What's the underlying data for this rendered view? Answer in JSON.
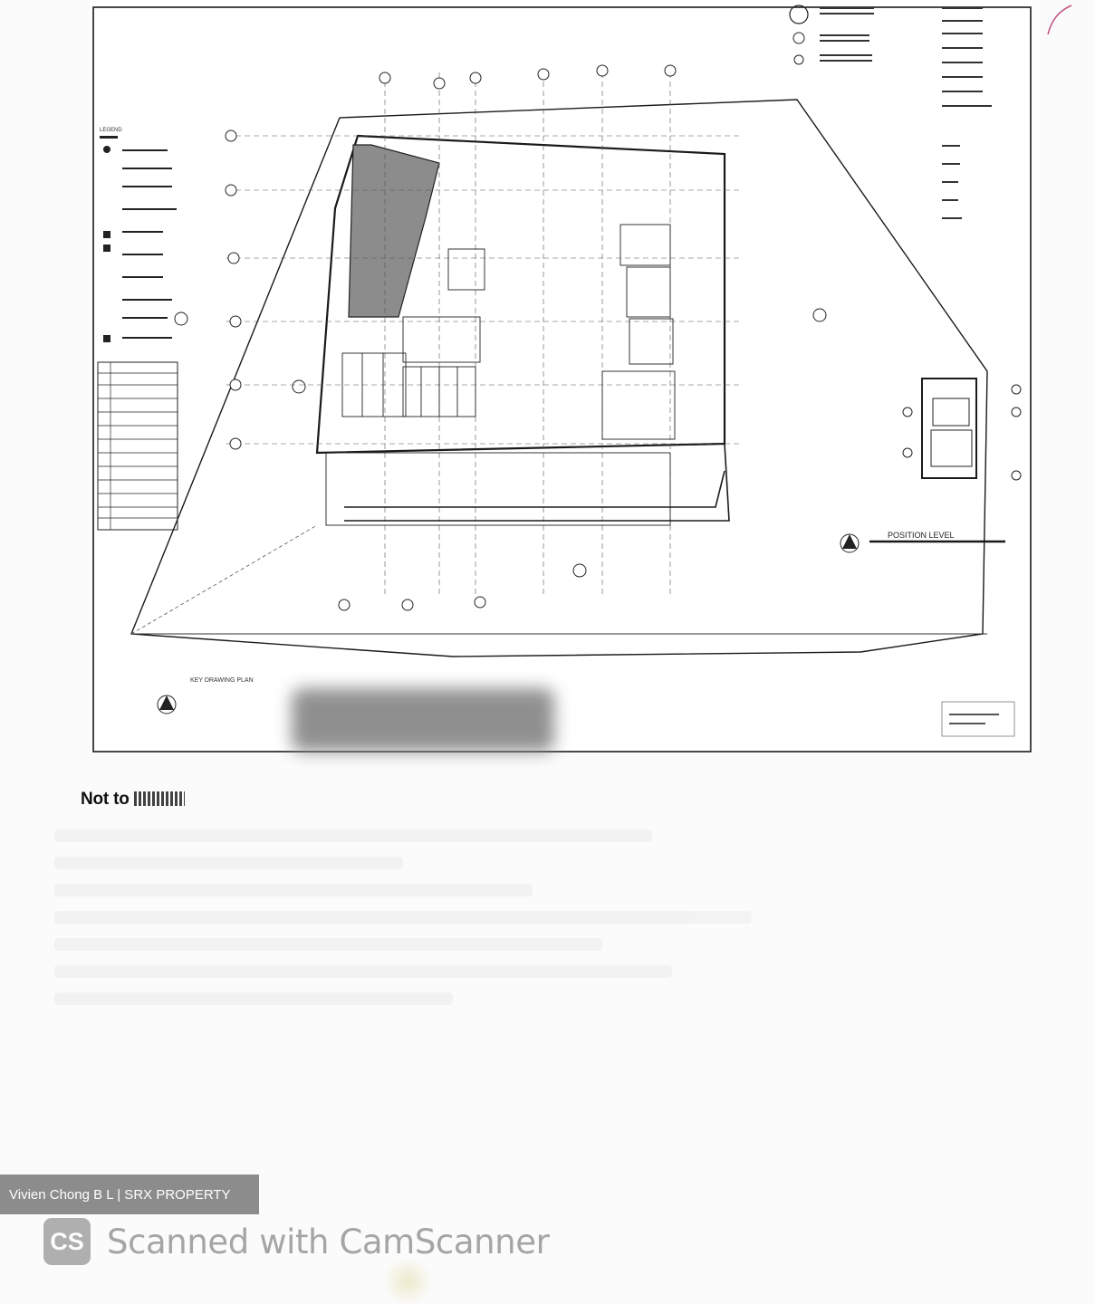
{
  "drawing": {
    "frame_label": "scanned architectural site plan drawing",
    "position_level_label": "POSITION LEVEL",
    "key_plan_label": "KEY DRAWING PLAN",
    "legend_title": "LEGEND"
  },
  "note": {
    "text": "Not to "
  },
  "watermark": {
    "agent_label": "Vivien Chong B L | SRX PROPERTY"
  },
  "camscanner": {
    "logo_text": "CS",
    "caption": "Scanned with CamScanner"
  },
  "colors": {
    "shaded_area": "#8c8c8c",
    "badge_background": "#8c8c8c",
    "line": "#1a1a1a",
    "pen_mark": "#c05080"
  }
}
